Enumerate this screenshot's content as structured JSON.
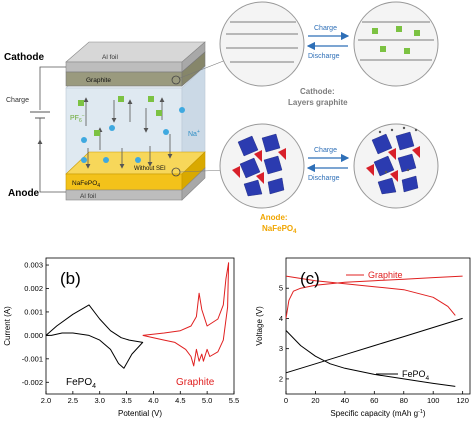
{
  "schematic": {
    "cathode_label": "Cathode",
    "anode_label": "Anode",
    "al_foil_top": "Al foil",
    "graphite_label": "Graphite",
    "charge_label": "Charge",
    "pf6_label": "PF",
    "pf6_sub": "6",
    "pf6_sup": "−",
    "na_label": "Na",
    "na_sup": "+",
    "without_sei": "Without SEI",
    "nafepo4_label": "NaFePO",
    "nafepo4_sub": "4",
    "al_foil_bottom": "Al foil",
    "cathode_caption_line1": "Cathode:",
    "cathode_caption_line2": "Layers graphite",
    "anode_caption_line1": "Anode:",
    "anode_caption_line2": "NaFePO",
    "anode_caption_sub": "4",
    "top_charge": "Charge",
    "top_discharge": "Discharge",
    "bottom_charge": "Charge",
    "bottom_discharge": "Discharge",
    "colors": {
      "graphite_layer": "#9a9a7e",
      "anode_layer": "#f3c21a",
      "electrolyte": "#dfe9f1",
      "pf6_ion": "#7cc242",
      "na_ion": "#3fa9e0",
      "arrow_blue": "#2e6fb7",
      "caption_grey": "#7d7d7d",
      "caption_orange": "#f0a500",
      "polyhedra_blue": "#2b3bb0",
      "polyhedra_red": "#d8202a"
    }
  },
  "chart_data": [
    {
      "panel": "(b)",
      "type": "line",
      "xlabel": "Potential (V)",
      "ylabel": "Current (A)",
      "xlim": [
        2.0,
        5.5
      ],
      "ylim": [
        -0.0025,
        0.0033
      ],
      "xticks": [
        "2.0",
        "2.5",
        "3.0",
        "3.5",
        "4.0",
        "4.5",
        "5.0",
        "5.5"
      ],
      "yticks": [
        "-0.002",
        "-0.001",
        "0.000",
        "0.001",
        "0.002",
        "0.003"
      ],
      "grid": false,
      "series": [
        {
          "name": "FePO4",
          "label_text": "FePO",
          "label_sub": "4",
          "color": "#000000",
          "x": [
            2.0,
            2.2,
            2.5,
            2.8,
            3.0,
            3.2,
            3.4,
            3.55,
            3.8,
            3.6,
            3.45,
            3.35,
            3.2,
            3.0,
            2.8,
            2.5,
            2.3,
            2.1,
            2.0
          ],
          "y": [
            0.0,
            0.0004,
            0.0009,
            0.0013,
            0.0007,
            0.0002,
            -0.0001,
            -0.0002,
            -0.0003,
            -0.0008,
            -0.0014,
            -0.0012,
            -0.0006,
            -0.0002,
            0.0,
            0.0001,
            0.0001,
            0.0,
            0.0
          ]
        },
        {
          "name": "Graphite",
          "label_text": "Graphite",
          "color": "#e02020",
          "x": [
            3.8,
            4.2,
            4.5,
            4.7,
            4.8,
            4.85,
            4.9,
            5.0,
            5.2,
            5.3,
            5.35,
            5.4,
            5.38,
            5.3,
            5.2,
            5.05,
            5.0,
            4.93,
            4.9,
            4.85,
            4.8,
            4.75,
            4.7,
            4.6,
            4.4,
            4.2,
            4.0,
            3.8
          ],
          "y": [
            0.0,
            0.0001,
            0.0002,
            0.0004,
            0.0008,
            0.0018,
            0.0011,
            0.0004,
            0.0007,
            0.0013,
            0.0024,
            0.0031,
            0.0012,
            -0.0002,
            -0.0007,
            -0.0009,
            -0.0006,
            -0.0011,
            -0.0008,
            -0.0011,
            -0.0006,
            -0.0013,
            -0.0009,
            -0.0006,
            -0.0003,
            -0.0002,
            -0.0001,
            0.0
          ]
        }
      ]
    },
    {
      "panel": "(c)",
      "type": "line",
      "xlabel": "Specific capacity (mAh g",
      "xlabel_sup": "-1",
      "xlabel_end": ")",
      "ylabel": "Voltage (V)",
      "xlim": [
        0,
        125
      ],
      "ylim": [
        1.5,
        6.0
      ],
      "xticks": [
        "0",
        "20",
        "40",
        "60",
        "80",
        "100",
        "120"
      ],
      "yticks": [
        "2",
        "3",
        "4",
        "5"
      ],
      "grid": false,
      "series": [
        {
          "name": "Graphite charge",
          "color": "#e02020",
          "x": [
            0,
            2,
            5,
            10,
            20,
            40,
            60,
            80,
            100,
            120
          ],
          "y": [
            4.0,
            4.6,
            4.9,
            5.0,
            5.1,
            5.2,
            5.25,
            5.3,
            5.35,
            5.4
          ]
        },
        {
          "name": "Graphite discharge",
          "color": "#e02020",
          "x": [
            0,
            20,
            40,
            60,
            80,
            100,
            110,
            115
          ],
          "y": [
            5.4,
            5.25,
            5.15,
            5.05,
            4.95,
            4.7,
            4.4,
            4.1
          ]
        },
        {
          "name": "FePO4 charge",
          "color": "#000000",
          "x": [
            0,
            10,
            20,
            40,
            60,
            80,
            100,
            120
          ],
          "y": [
            2.2,
            2.35,
            2.5,
            2.8,
            3.1,
            3.4,
            3.7,
            4.0
          ]
        },
        {
          "name": "FePO4 discharge",
          "color": "#000000",
          "x": [
            0,
            5,
            10,
            20,
            30,
            40,
            60,
            80,
            100,
            115
          ],
          "y": [
            3.6,
            3.35,
            3.1,
            2.75,
            2.5,
            2.35,
            2.15,
            2.0,
            1.85,
            1.75
          ]
        }
      ],
      "legend": [
        {
          "label_text": "Graphite",
          "color": "#e02020"
        },
        {
          "label_text": "FePO",
          "label_sub": "4",
          "color": "#000000"
        }
      ]
    }
  ]
}
